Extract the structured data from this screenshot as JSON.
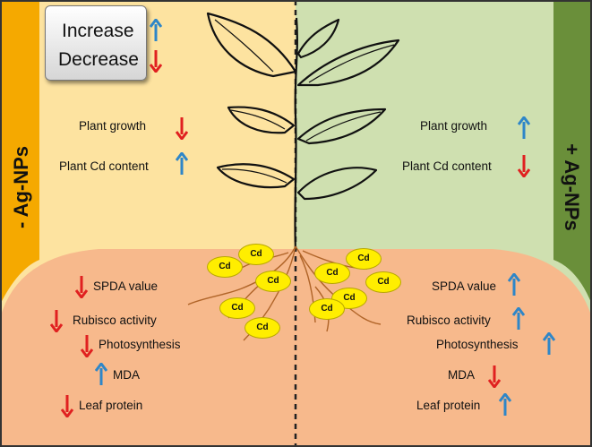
{
  "colors": {
    "left_bg": "#fde3a0",
    "right_bg": "#cfe0b0",
    "left_band": "#f5a900",
    "right_band": "#6a8f3a",
    "soil": "#f7b98c",
    "cd_fill": "#ffee00",
    "increase_arrow": "#2e86c8",
    "decrease_arrow": "#e02020"
  },
  "legend": {
    "increase": "Increase",
    "decrease": "Decrease"
  },
  "left_label": "- Ag-NPs",
  "right_label": "+ Ag-NPs",
  "cadmium_label": "Cd",
  "left_effects": [
    {
      "label": "Plant growth",
      "direction": "decrease"
    },
    {
      "label": "Plant Cd content",
      "direction": "increase"
    },
    {
      "label": "SPDA value",
      "direction": "decrease"
    },
    {
      "label": "Rubisco activity",
      "direction": "decrease"
    },
    {
      "label": "Photosynthesis",
      "direction": "decrease"
    },
    {
      "label": "MDA",
      "direction": "increase"
    },
    {
      "label": "Leaf protein",
      "direction": "decrease"
    }
  ],
  "right_effects": [
    {
      "label": "Plant growth",
      "direction": "increase"
    },
    {
      "label": "Plant Cd content",
      "direction": "decrease"
    },
    {
      "label": "SPDA value",
      "direction": "increase"
    },
    {
      "label": "Rubisco activity",
      "direction": "increase"
    },
    {
      "label": "Photosynthesis",
      "direction": "increase"
    },
    {
      "label": "MDA",
      "direction": "decrease"
    },
    {
      "label": "Leaf protein",
      "direction": "increase"
    }
  ]
}
